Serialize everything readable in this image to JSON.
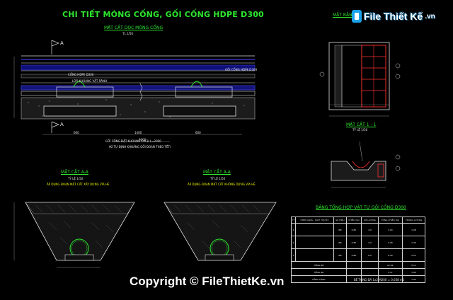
{
  "watermark": {
    "brand": "File Thiết Kế",
    "domain_suffix": ".vn",
    "copyright": "Copyright © FileThietKe.vn"
  },
  "drawing": {
    "main_title": "CHI TIẾT MÓNG CỐNG, GỐI CỐNG HDPE D300",
    "long_section_title": "MẶT CẮT DỌC MÓNG CỐNG",
    "long_section_scale": "TL 1/50",
    "label_a_top": "A",
    "label_a_bottom": "A",
    "plan_title": "MẶT BẰNG",
    "section11_title": "MẶT CẮT 1 - 1",
    "section11_scale": "TỶ LỆ 1/50",
    "section_aa_left_title": "MẶT CẮT A-A",
    "section_aa_left_scale": "TỶ LỆ 1/50",
    "section_aa_left_note": "ÁP DỤNG ĐOẠN MẶT CẮT XÂY DỰNG VỈA HÈ",
    "section_aa_right_title": "MẶT CẮT A-A",
    "section_aa_right_scale": "TỶ LỆ 1/50",
    "section_aa_right_note": "ÁP DỤNG ĐOẠN MẶT CẮT KHÔNG DỰNG VỈA HÈ",
    "pipe_label": "CỐNG HDPE D300",
    "gravel_label": "LỚP KHOẢNG VẬT RÃNH",
    "gap_label": "GỐI CỐNG HDPE D300",
    "dim_600a": "600",
    "dim_600b": "600",
    "dim_1400": "1400",
    "dim_6000": "6000",
    "note_1": "GỐI CỐNG ĐẶT KHOẢNG CÁCH L=2000",
    "note_2": "(KÍ TỰ ĐỊNH KHOẢNG GỐI ĐOẠN THEO TẾT)",
    "table_title": "BẢNG TỔNG HỢP VẬT TƯ GỐI CỐNG D300"
  },
  "material_table": {
    "headers": [
      "TT",
      "HÌNH DẠNG - KÍCH THƯỚC",
      "SỐ HIỆU",
      "CHIỀU DÀI",
      "SỐ LƯỢNG",
      "TỔNG CHIỀU DÀI",
      "TRỌNG LƯỢNG"
    ],
    "rows": [
      [
        "1",
        "",
        "Ø8",
        "0.81",
        "4.0",
        "3.24",
        "1.28"
      ],
      [
        "2",
        "",
        "Ø8",
        "0.82",
        "4.0",
        "3.28",
        "1.30"
      ],
      [
        "3",
        "",
        "Ø8",
        "0.80",
        "8.0",
        "6.40",
        "2.53"
      ]
    ],
    "summary": [
      [
        "TỔNG Ø8",
        "",
        "12.92",
        "5.11"
      ],
      [
        "TỔNG Ø6",
        "",
        "3.47",
        "1.94"
      ],
      [
        "TỔNG CỘNG",
        "",
        "",
        "7.05"
      ]
    ],
    "footnote": "BÊ TÔNG ĐÁ 1x2 M200 = 0.038 m3"
  }
}
